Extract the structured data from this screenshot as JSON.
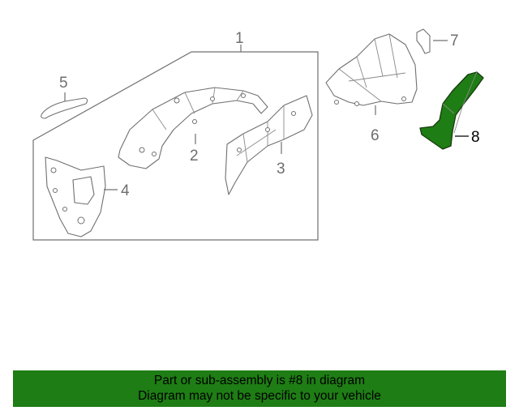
{
  "diagram": {
    "callouts": [
      {
        "id": "1",
        "label": "1"
      },
      {
        "id": "2",
        "label": "2"
      },
      {
        "id": "3",
        "label": "3"
      },
      {
        "id": "4",
        "label": "4"
      },
      {
        "id": "5",
        "label": "5"
      },
      {
        "id": "6",
        "label": "6"
      },
      {
        "id": "7",
        "label": "7"
      },
      {
        "id": "8",
        "label": "8"
      }
    ],
    "highlighted_part": "8",
    "highlight_color": "#1e7d14"
  },
  "banner": {
    "line1": "Part or sub-assembly is #8 in diagram",
    "line2": "Diagram may not be specific to your vehicle",
    "background": "#1e7d14"
  }
}
